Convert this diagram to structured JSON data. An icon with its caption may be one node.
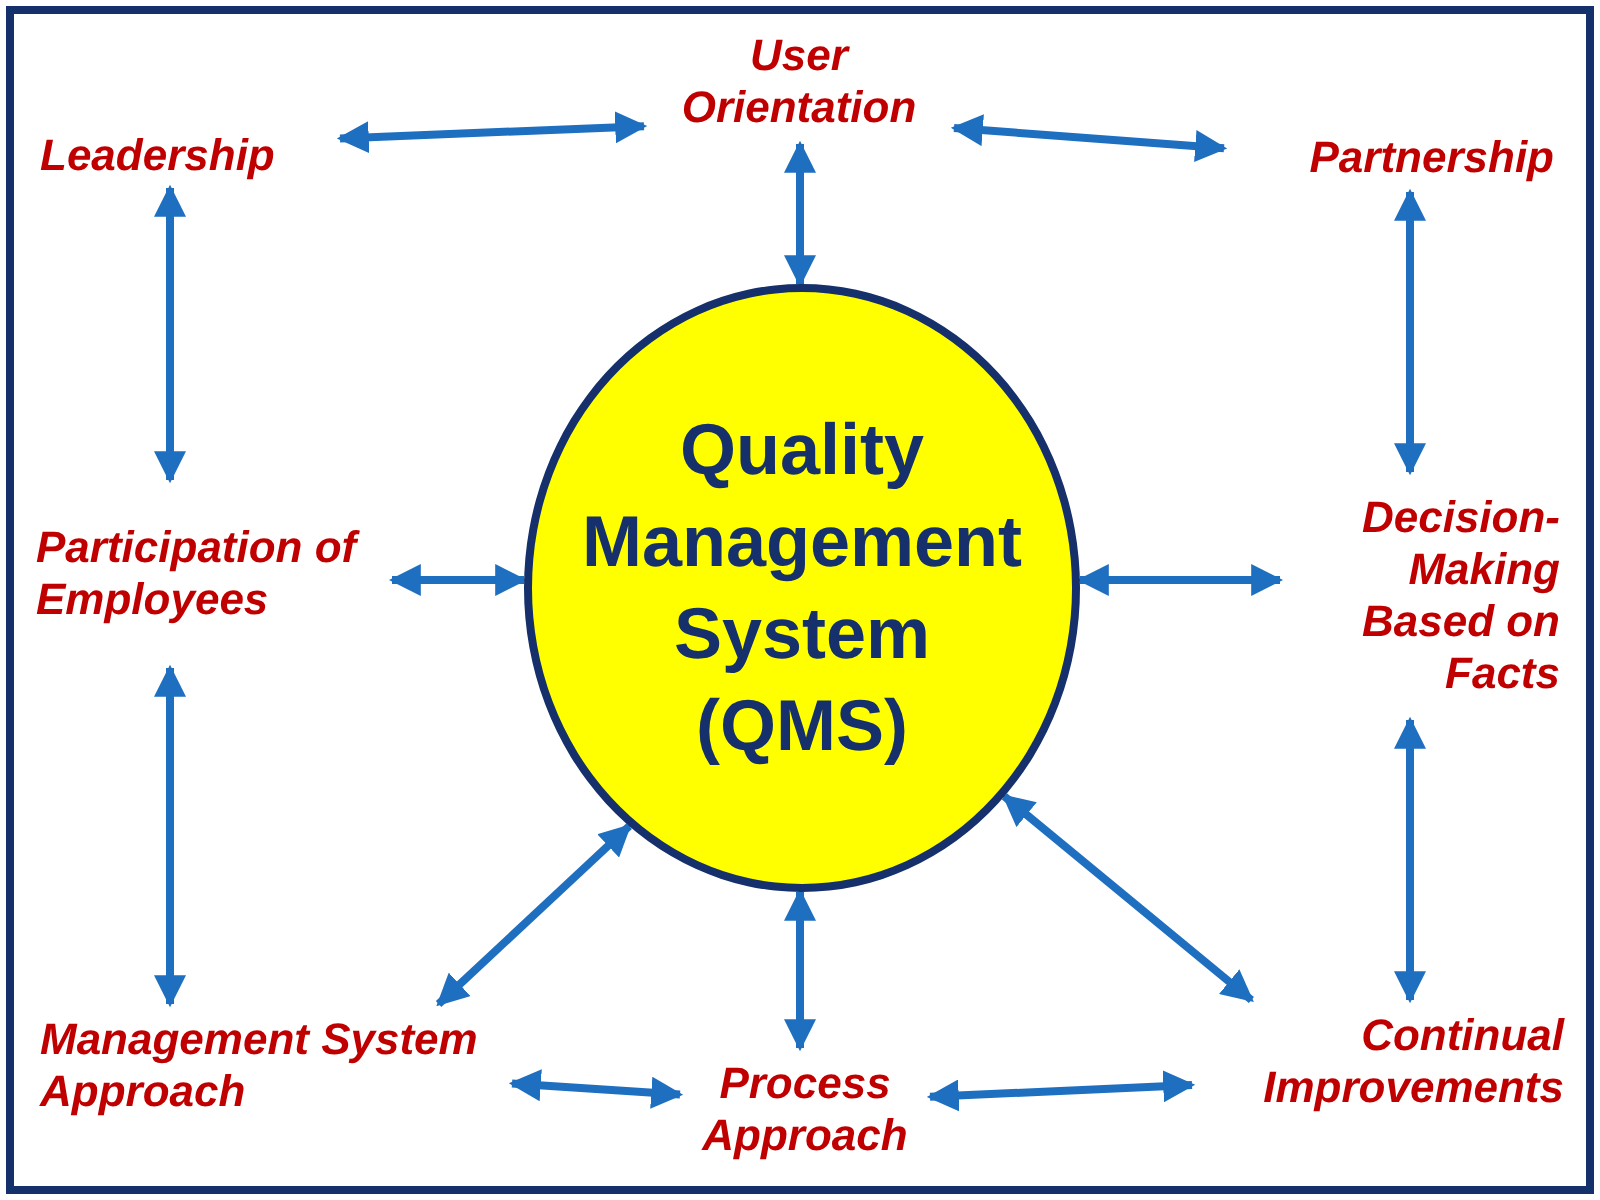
{
  "diagram": {
    "nodes": [
      {
        "text": [
          "Quality Management System (QMS)"
        ]
      },
      {
        "text": [
          "Leadership"
        ]
      },
      {
        "text": [
          "User Orientation"
        ]
      },
      {
        "text": [
          "Partnership"
        ]
      },
      {
        "text": [
          "Participation of Employees"
        ]
      },
      {
        "text": [
          "Decision-Making Based on Facts"
        ]
      },
      {
        "text": [
          "Management System Approach"
        ]
      },
      {
        "text": [
          "Process Approach"
        ]
      },
      {
        "text": [
          "Continual Improvements"
        ]
      }
    ],
    "edges": [
      {
        "from": 1,
        "to": 2,
        "arrow": "both"
      },
      {
        "from": 2,
        "to": 3,
        "arrow": "both"
      },
      {
        "from": 2,
        "to": 0,
        "arrow": "both"
      },
      {
        "from": 1,
        "to": 4,
        "arrow": "both"
      },
      {
        "from": 3,
        "to": 5,
        "arrow": "both"
      },
      {
        "from": 4,
        "to": 0,
        "arrow": "both"
      },
      {
        "from": 0,
        "to": 5,
        "arrow": "both"
      },
      {
        "from": 4,
        "to": 6,
        "arrow": "both"
      },
      {
        "from": 5,
        "to": 8,
        "arrow": "both"
      },
      {
        "from": 6,
        "to": 0,
        "arrow": "both"
      },
      {
        "from": 0,
        "to": 7,
        "arrow": "both"
      },
      {
        "from": 0,
        "to": 8,
        "arrow": "both"
      },
      {
        "from": 6,
        "to": 7,
        "arrow": "both"
      },
      {
        "from": 7,
        "to": 8,
        "arrow": "both"
      }
    ]
  }
}
